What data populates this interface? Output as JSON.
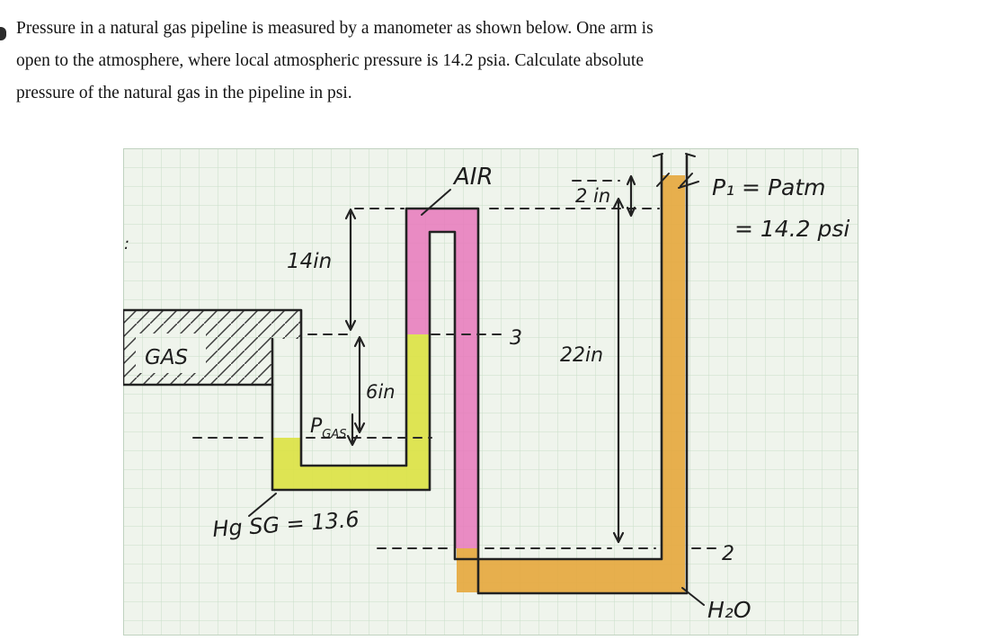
{
  "problem": {
    "line1": "Pressure in a natural gas pipeline is measured by a manometer as shown below. One arm is",
    "line2": "open to the atmosphere, where local atmospheric pressure is 14.2 psia. Calculate absolute",
    "line3": "pressure of the natural gas in the pipeline in psi."
  },
  "diagram": {
    "labels": {
      "air": "AIR",
      "gas": "GAS",
      "dim_14in": "14in",
      "dim_6in": "6in",
      "dim_22in": "22in",
      "dim_2in": "2 in",
      "p_gas_main": "P",
      "p_gas_sub": "GAS",
      "point_3": "3",
      "point_2": "2",
      "mercury": "Hg SG = 13.6",
      "p1_line1": "P₁ = Patm",
      "p1_line2": "= 14.2 psi",
      "water": "H₂O",
      "margin_mark": ":"
    },
    "colors": {
      "paper": "#eff4ec",
      "grid": "#c9dec9",
      "air_fill": "#e778bc",
      "mercury_fill": "#dbe243",
      "water_fill": "#e6a73c"
    }
  }
}
